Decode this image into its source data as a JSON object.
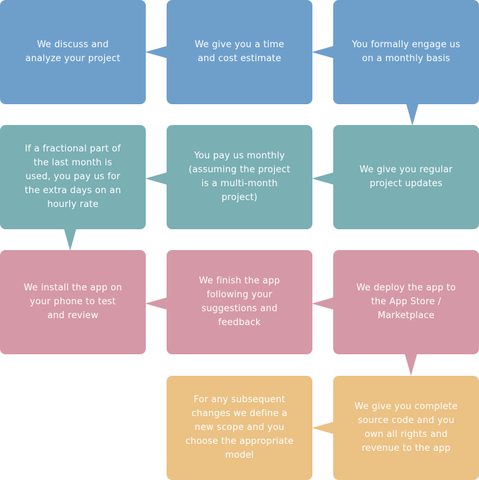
{
  "colors": {
    "blue": "#6e9fcb",
    "teal": "#7aafb3",
    "pink": "#d598a6",
    "orange": "#ebc184"
  },
  "steps": [
    {
      "text": "We discuss and\nanalyze your project",
      "color": "blue"
    },
    {
      "text": "We give you a time\nand cost estimate",
      "color": "blue"
    },
    {
      "text": "You formally engage us\non a monthly basis",
      "color": "blue"
    },
    {
      "text": "We give you regular\nproject updates",
      "color": "teal"
    },
    {
      "text": "You pay us monthly\n(assuming the project\nis a multi-month\nproject)",
      "color": "teal"
    },
    {
      "text": "If a fractional part of\nthe last month is\nused, you pay us for\nthe extra days on an\nhourly rate",
      "color": "teal"
    },
    {
      "text": "We install the app on\nyour phone to test\nand review",
      "color": "pink"
    },
    {
      "text": "We finish the app\nfollowing your\nsuggestions and\nfeedback",
      "color": "pink"
    },
    {
      "text": "We deploy the app to\nthe App Store /\nMarketplace",
      "color": "pink"
    },
    {
      "text": "We give you complete\nsource code and you\nown all rights and\nrevenue to the app",
      "color": "orange"
    },
    {
      "text": "For any subsequent\nchanges we define a\nnew scope and you\nchoose the appropriate\nmodel",
      "color": "orange"
    }
  ]
}
